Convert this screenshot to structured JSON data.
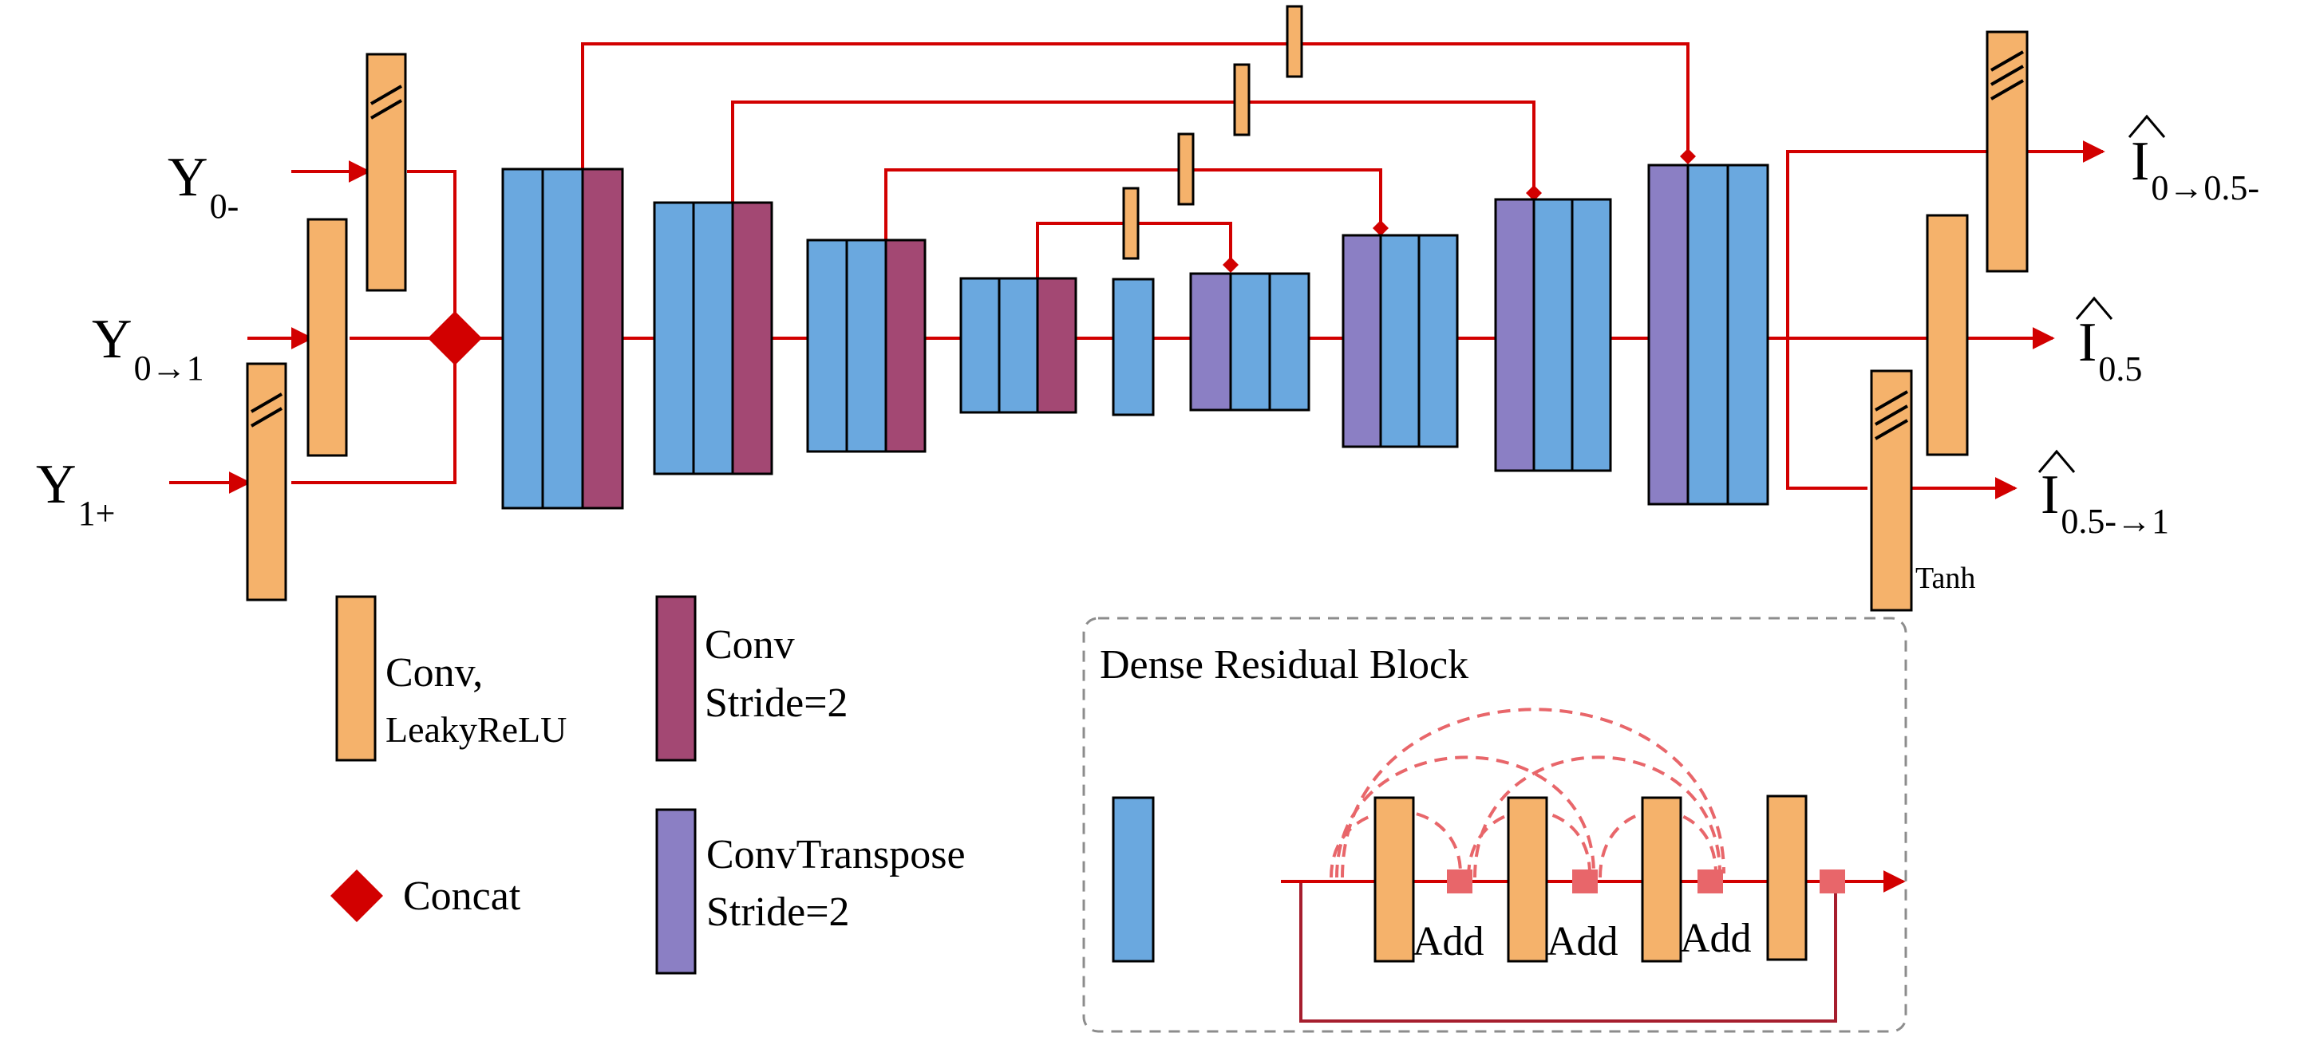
{
  "inputs": {
    "y0m": {
      "main": "Y",
      "sub": "0-"
    },
    "y01": {
      "main": "Y",
      "sub": "0→1"
    },
    "y1p": {
      "main": "Y",
      "sub": "1+"
    }
  },
  "outputs": {
    "i005": {
      "main": "I",
      "sub": "0→0.5-"
    },
    "i05": {
      "main": "I",
      "sub": "0.5"
    },
    "i051": {
      "main": "I",
      "sub": "0.5-→1"
    }
  },
  "tanh_label": "Tanh",
  "legend": {
    "conv_leaky_line1": "Conv,",
    "conv_leaky_line2": "LeakyReLU",
    "conv_stride_line1": "Conv",
    "conv_stride_line2": "Stride=2",
    "concat": "Concat",
    "convt_line1": "ConvTranspose",
    "convt_line2": "Stride=2"
  },
  "dense_block": {
    "title": "Dense Residual Block",
    "add_label": "Add"
  },
  "colors": {
    "orange": "#F5B26B",
    "blue": "#6AA8DF",
    "maroon": "#A34873",
    "purple": "#8B7FC4",
    "red": "#D20000",
    "pink": "#E8666A",
    "gray": "#8C8C8C"
  }
}
